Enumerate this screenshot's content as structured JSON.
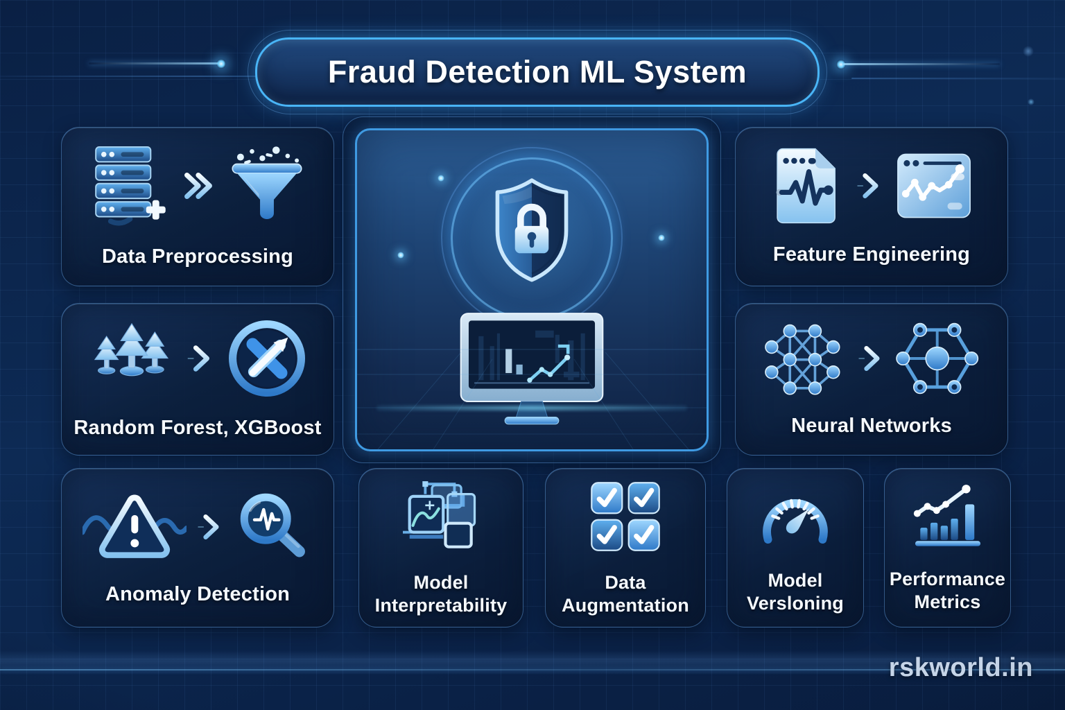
{
  "header": {
    "title": "Fraud Detection ML System"
  },
  "watermark": "rskworld.in",
  "colors": {
    "background": "#0c2548",
    "accent_cyan": "#49b5f7",
    "card_fill": "#12305a",
    "card_border": "#5f9cde",
    "label_text": "#f5f9fe",
    "icon_light": "#e9f5fe",
    "icon_blue": "#3f93e8"
  },
  "cards": [
    {
      "label": "Data Preprocessing",
      "icons": [
        "server-stack-icon",
        "double-chevron-icon",
        "funnel-icon"
      ]
    },
    {
      "label": "Random Forest, XGBoost",
      "icons": [
        "forest-icon",
        "chevron-icon",
        "xgboost-icon"
      ]
    },
    {
      "label": "Anomaly Detection",
      "icons": [
        "warning-wave-icon",
        "chevron-icon",
        "magnifier-pulse-icon"
      ]
    },
    {
      "label": "Feature Engineering",
      "icons": [
        "signal-document-icon",
        "chevron-icon",
        "chart-window-icon"
      ]
    },
    {
      "label": "Neural Networks",
      "icons": [
        "dense-network-icon",
        "chevron-icon",
        "hub-network-icon"
      ]
    },
    {
      "label": "Model Interpretability",
      "icons": [
        "layered-screens-icon"
      ]
    },
    {
      "label": "Data Augmentation",
      "icons": [
        "checkbox-grid-icon"
      ]
    },
    {
      "label": "Model Versloning",
      "icons": [
        "speedometer-icon"
      ]
    },
    {
      "label": "Performance Metrics",
      "icons": [
        "growth-chart-icon"
      ]
    }
  ],
  "center_panel": {
    "icons": [
      "shield-lock-icon",
      "monitor-chart-icon"
    ]
  }
}
